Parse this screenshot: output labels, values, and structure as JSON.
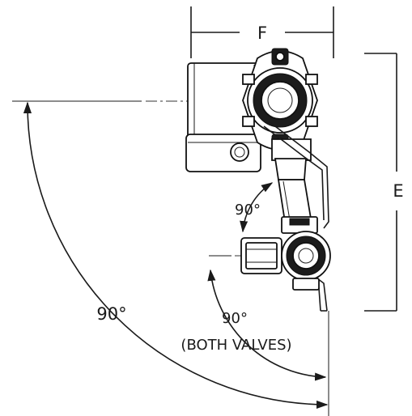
{
  "diagram": {
    "dim_width_label": "F",
    "dim_height_label": "E",
    "angle_valve_label": "90°",
    "angle_outer_label": "90°",
    "angle_lower_label": "90°",
    "angle_lower_note": "(BOTH VALVES)"
  },
  "colors": {
    "line": "#1a1a1a",
    "background": "#ffffff"
  }
}
